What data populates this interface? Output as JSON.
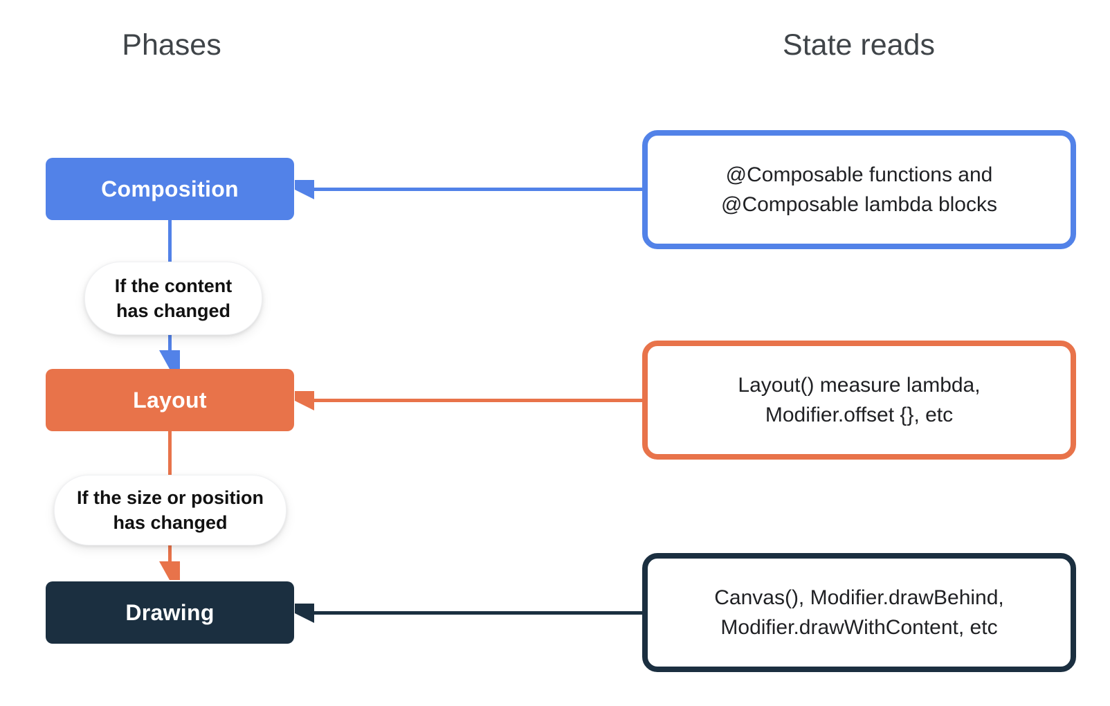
{
  "titles": {
    "left": "Phases",
    "right": "State reads"
  },
  "colors": {
    "composition_blue": "#5282e8",
    "layout_orange": "#e8734a",
    "drawing_navy": "#1b2f40",
    "title_gray": "#3f4448",
    "body_text": "#202124",
    "background": "#ffffff"
  },
  "phases": [
    {
      "id": "composition",
      "label": "Composition"
    },
    {
      "id": "layout",
      "label": "Layout"
    },
    {
      "id": "drawing",
      "label": "Drawing"
    }
  ],
  "conditions": [
    {
      "line1": "If the content",
      "line2": "has changed"
    },
    {
      "line1": "If the size or position",
      "line2": "has changed"
    }
  ],
  "state_reads": [
    {
      "line1": "@Composable functions and",
      "line2": "@Composable lambda blocks"
    },
    {
      "line1": "Layout() measure lambda,",
      "line2": "Modifier.offset {}, etc"
    },
    {
      "line1": "Canvas(), Modifier.drawBehind,",
      "line2": "Modifier.drawWithContent, etc"
    }
  ]
}
